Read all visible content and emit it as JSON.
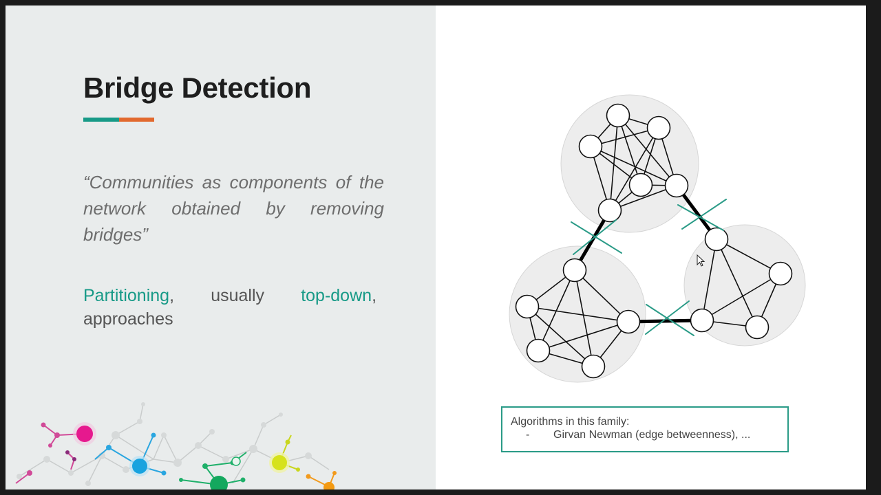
{
  "slide": {
    "title": "Bridge Detection",
    "quote": "“Communities as components of the network obtained by removing bridges”",
    "point": {
      "word1": "Partitioning",
      "sep1": ",",
      "word2": "usually",
      "word3": "top-down",
      "sep2": ",",
      "word4": "approaches"
    }
  },
  "algorithms_box": {
    "heading": "Algorithms in this family:",
    "items": [
      {
        "bullet": "-",
        "text": "Girvan Newman (edge betweenness), ..."
      }
    ]
  },
  "colors": {
    "accent_teal": "#179a87",
    "accent_orange": "#e2692e",
    "panel_bg": "#e9ecec",
    "cut_mark": "#2a9b87"
  },
  "icons": [
    "network-decoration-icon",
    "mouse-cursor-icon"
  ]
}
